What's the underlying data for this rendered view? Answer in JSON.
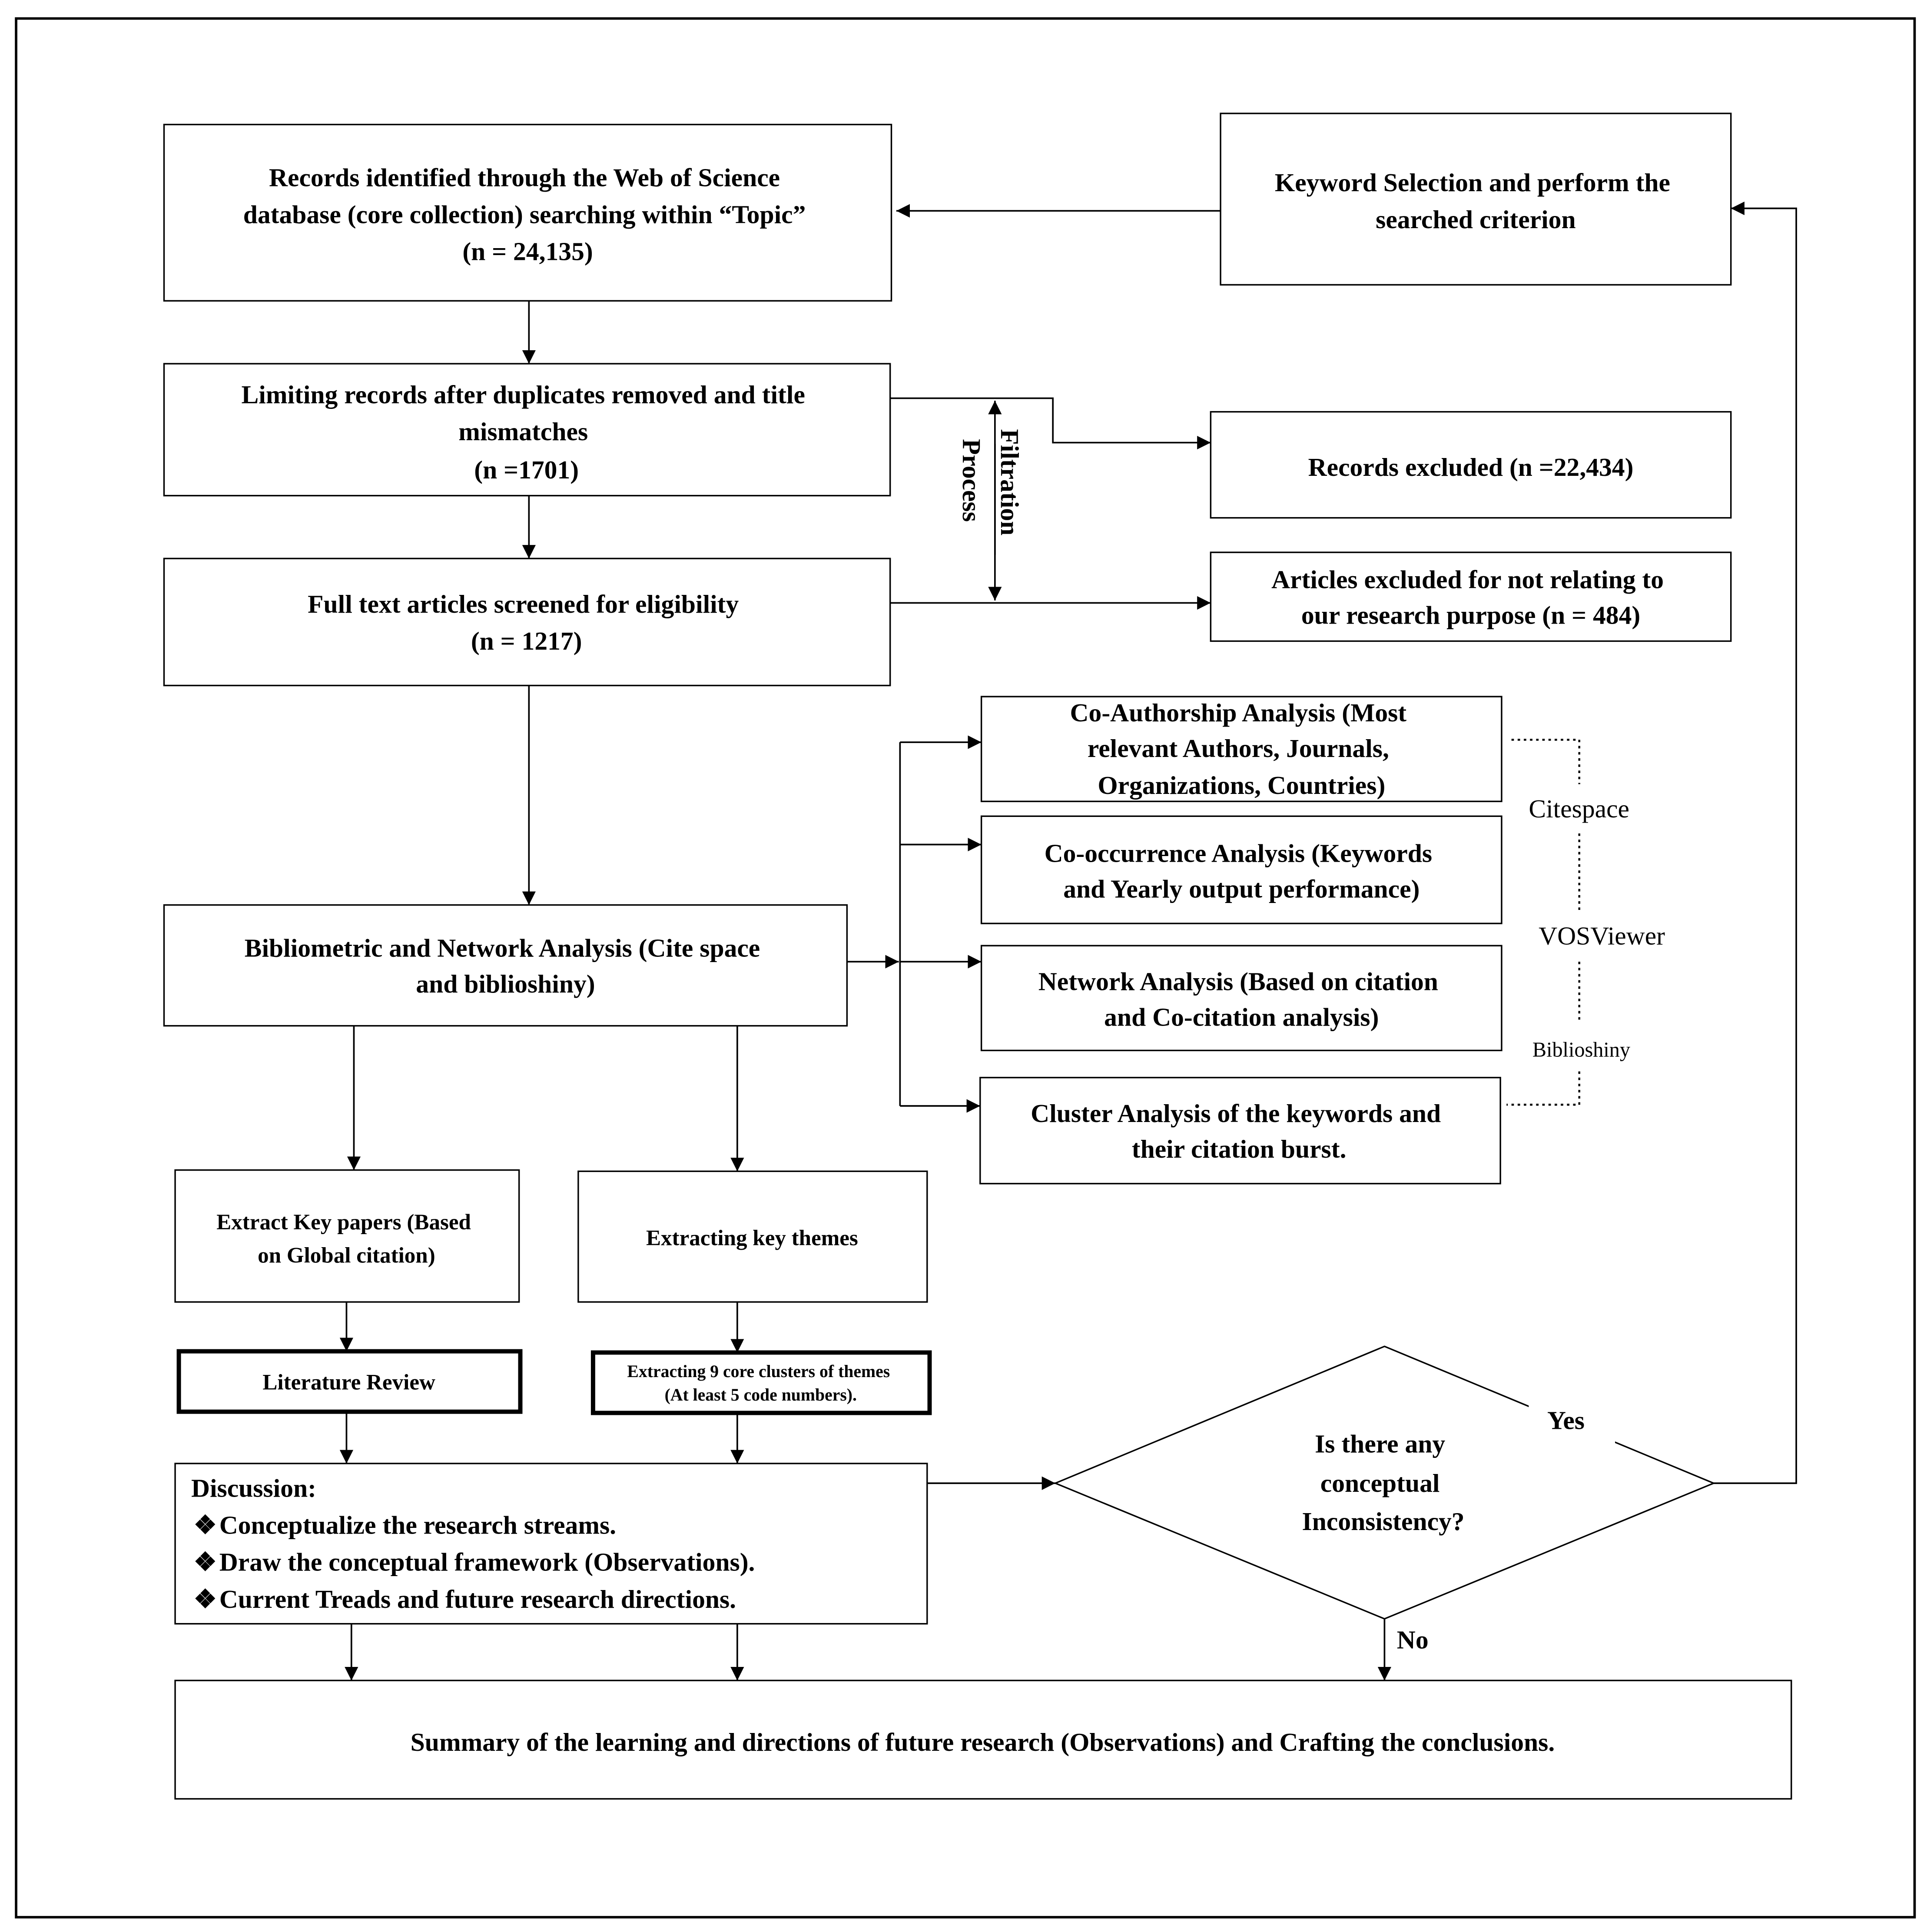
{
  "boxes": {
    "records_identified": [
      "Records identified through the Web of Science",
      "database (core collection) searching within “Topic”",
      "(n = 24,135)"
    ],
    "keyword_selection": [
      "Keyword Selection and perform the",
      "searched criterion"
    ],
    "limiting_records": [
      "Limiting records after duplicates removed and title",
      "mismatches",
      "(n =1701)"
    ],
    "records_excluded": "Records excluded (n =22,434)",
    "full_text": [
      "Full text articles screened for eligibility",
      "(n = 1217)"
    ],
    "articles_excluded": [
      "Articles excluded for not relating to",
      "our research purpose (n = 484)"
    ],
    "co_authorship": [
      "Co-Authorship Analysis (Most",
      "relevant Authors, Journals,",
      "Organizations, Countries)"
    ],
    "co_occurrence": [
      "Co-occurrence Analysis (Keywords",
      "and Yearly output performance)"
    ],
    "network_analysis": [
      "Network Analysis (Based on citation",
      "and Co-citation analysis)"
    ],
    "cluster_analysis": [
      "Cluster Analysis of the keywords and",
      "their citation burst."
    ],
    "bibliometric": [
      "Bibliometric and Network Analysis (Cite space",
      "and biblioshiny)"
    ],
    "extract_key_papers": [
      "Extract  Key papers (Based",
      "on Global  citation)"
    ],
    "extracting_key_themes": "Extracting  key themes",
    "literature_review": "Literature  Review",
    "core_clusters": [
      "Extracting 9 core clusters of themes",
      "(At least 5 code numbers)."
    ],
    "discussion_title": "Discussion:",
    "discussion_items": [
      "Conceptualize the research streams.",
      "Draw the conceptual framework (Observations).",
      "Current Treads and future research directions."
    ],
    "decision": [
      "Is there any",
      "conceptual",
      "Inconsistency?"
    ],
    "summary": "Summary of the learning and directions of future research (Observations) and Crafting the conclusions."
  },
  "labels": {
    "filtration": "Filtration",
    "process": "Process",
    "yes": "Yes",
    "no": "No",
    "citespace": "Citespace",
    "vosviewer": "VOSViewer",
    "biblioshiny": "Biblioshiny",
    "bullet_symbol": "❖"
  }
}
